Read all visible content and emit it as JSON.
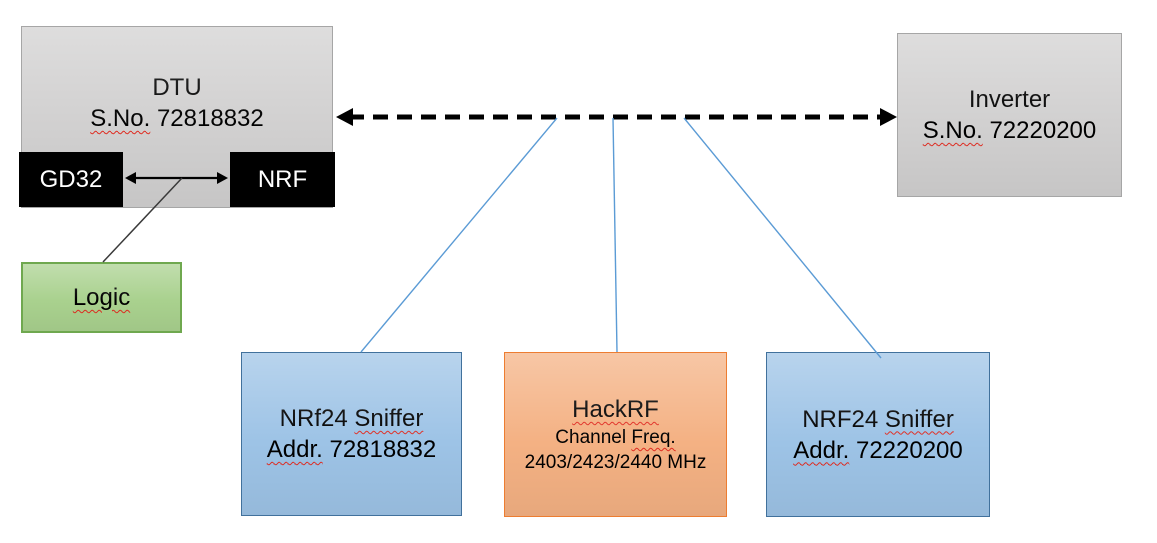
{
  "colors": {
    "gray-fill": "#D1D0D0",
    "gray-border": "#A6A6A6",
    "black-fill": "#000000",
    "green-fill": "#A9D18E",
    "green-border": "#6FA84F",
    "blue-fill": "#9DC3E6",
    "blue-border": "#41719C",
    "orange-fill": "#F4B183",
    "orange-border": "#ED7D31",
    "connector-blue": "#5B9BD5",
    "arrow-black": "#000000",
    "spellcheck-red": "#E02B20"
  },
  "nodes": {
    "dtu": {
      "title": "DTU",
      "serial_label": "S.No.",
      "serial_value": " 72818832"
    },
    "gd32": {
      "label": "GD32"
    },
    "nrf": {
      "label": "NRF"
    },
    "logic": {
      "label": "Logic"
    },
    "inverter": {
      "title": "Inverter",
      "serial_label": "S.No.",
      "serial_value": " 72220200"
    },
    "sniffer_left": {
      "name_prefix": "NRf24 ",
      "name_wavy": "Sniffer",
      "addr_label": "Addr.",
      "addr_value": " 72818832"
    },
    "hackrf": {
      "title": "HackRF",
      "freq_prefix": "Channel ",
      "freq_wavy": "Freq.",
      "channels": "2403/2423/2440 MHz"
    },
    "sniffer_right": {
      "name_prefix": "NRF24 ",
      "name_wavy": "Sniffer",
      "addr_label": "Addr.",
      "addr_value": " 72220200"
    }
  }
}
